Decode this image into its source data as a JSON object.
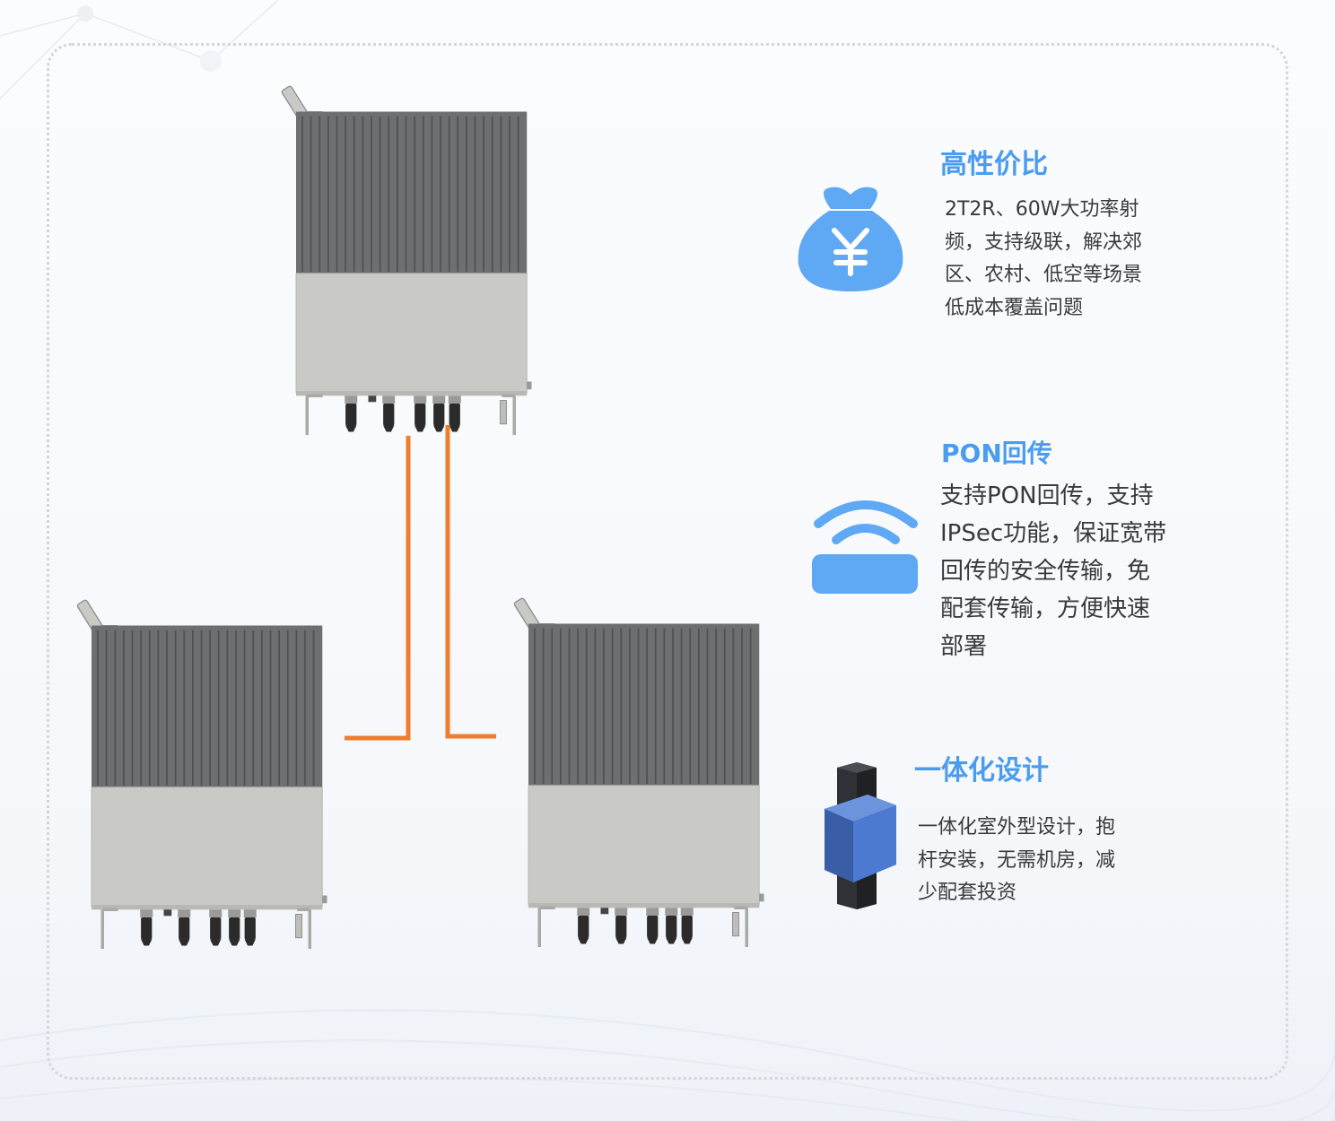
{
  "colors": {
    "accent_blue": "#4a9cf0",
    "icon_blue": "#5fa9f4",
    "link_orange": "#ee7d2e",
    "heatsink_dark": "#6e6f71",
    "body_gray": "#c9cac6",
    "text": "#3a3a3a"
  },
  "features": [
    {
      "title": "高性价比",
      "icon": "money-bag-icon",
      "lines": [
        "2T2R、60W大功率射",
        "频，支持级联，解决郊",
        "区、农村、低空等场景",
        "低成本覆盖问题"
      ]
    },
    {
      "title": "PON回传",
      "icon": "wifi-router-icon",
      "lines": [
        "支持PON回传，支持",
        "IPSec功能，保证宽带",
        "回传的安全传输，免",
        "配套传输，方便快速",
        "部署"
      ]
    },
    {
      "title": "一体化设计",
      "icon": "pole-mount-icon",
      "lines": [
        "一体化室外型设计，抱",
        "杆安装，无需机房，减",
        "少配套投资"
      ]
    }
  ]
}
